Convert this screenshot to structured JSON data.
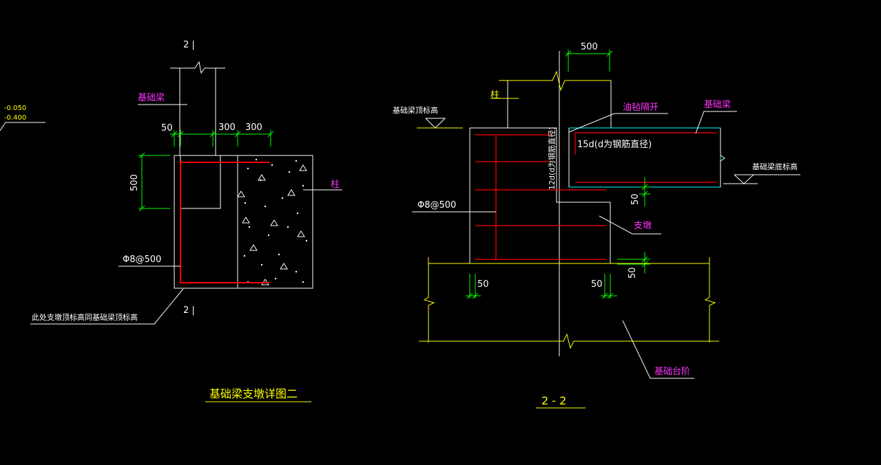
{
  "elevation_labels": {
    "top": "-0.050",
    "bottom": "-0.400"
  },
  "left_detail": {
    "section_mark_top": "2 |",
    "section_mark_bottom": "2 |",
    "beam_label": "基础梁",
    "column_label": "柱",
    "dim_50": "50",
    "dim_300_a": "300",
    "dim_300_b": "300",
    "dim_500_vertical": "500",
    "rebar_label": "Φ8@500",
    "note": "此处支墩顶标高同基础梁顶标高",
    "title": "基础梁支墩详图二"
  },
  "right_section": {
    "dim_500_top": "500",
    "column_label": "柱",
    "beam_top_elev_label": "基础梁顶标高",
    "felt_label": "油毡隔开",
    "beam_label": "基础梁",
    "anchor_15d": "15d(d为钢筋直径)",
    "anchor_12d": "12d(d为钢筋直径)",
    "beam_bottom_elev_label": "基础梁底标高",
    "dim_50_right": "50",
    "rebar_label": "Φ8@500",
    "pier_label": "支墩",
    "dim_50_bottom_right": "50",
    "dim_50_left": "50",
    "dim_50_mid": "50",
    "footing_label": "基础台阶",
    "title": "2 - 2"
  }
}
